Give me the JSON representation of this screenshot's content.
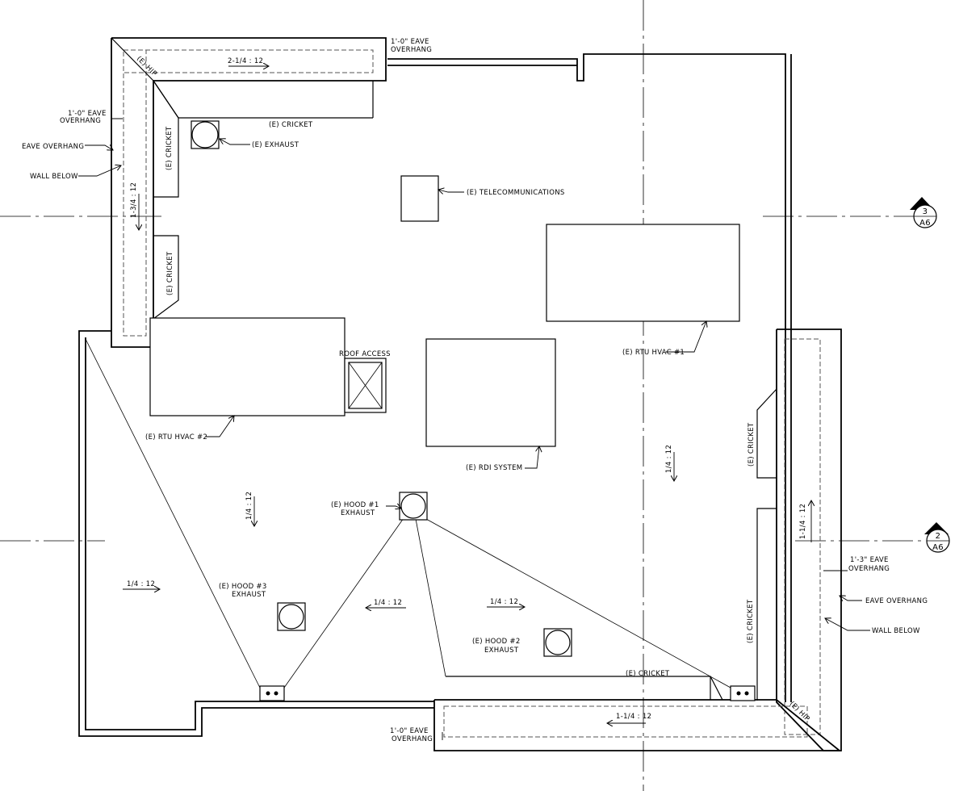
{
  "labels": {
    "eave_top": [
      "1'-0\" EAVE",
      "OVERHANG"
    ],
    "eave_left": [
      "1'-0\" EAVE",
      "OVERHANG"
    ],
    "eave_overhang_left": "EAVE OVERHANG",
    "wall_below_left": "WALL BELOW",
    "hip_top": "(E) HIP",
    "hip_bottom": "(E) HIP",
    "cricket_top": "(E) CRICKET",
    "cricket_left_1": "(E) CRICKET",
    "cricket_left_2": "(E) CRICKET",
    "cricket_right_1": "(E) CRICKET",
    "cricket_right_2": "(E) CRICKET",
    "cricket_bottom": "(E) CRICKET",
    "exhaust_top": "(E) EXHAUST",
    "telecom": "(E) TELECOMMUNICATIONS",
    "rtu1": "(E) RTU HVAC #1",
    "rtu2": "(E) RTU HVAC #2",
    "roof_access": "ROOF ACCESS",
    "rdi": "(E) RDI SYSTEM",
    "hood1": [
      "(E) HOOD #1",
      "EXHAUST"
    ],
    "hood2": [
      "(E) HOOD #2",
      "EXHAUST"
    ],
    "hood3": [
      "(E) HOOD #3",
      "EXHAUST"
    ],
    "eave_right": [
      "1'-3\" EAVE",
      "OVERHANG"
    ],
    "eave_overhang_right": "EAVE OVERHANG",
    "wall_below_right": "WALL BELOW",
    "eave_bottom": [
      "1'-0\" EAVE",
      "OVERHANG"
    ]
  },
  "slopes": {
    "top": "2-1/4 : 12",
    "left": "1-3/4 : 12",
    "center_left": "1/4 : 12",
    "far_left": "1/4 : 12",
    "center_v": "1/4 : 12",
    "center_h": "1/4 : 12",
    "right_v": "1/4 : 12",
    "right_eave": "1-1/4 : 12",
    "bottom_eave": "1-1/4 : 12"
  },
  "section_marks": {
    "mark_3": {
      "number": "3",
      "sheet": "A6"
    },
    "mark_2": {
      "number": "2",
      "sheet": "A6"
    }
  },
  "colors": {
    "line": "#000000",
    "background": "#ffffff",
    "dash": "#555555"
  }
}
